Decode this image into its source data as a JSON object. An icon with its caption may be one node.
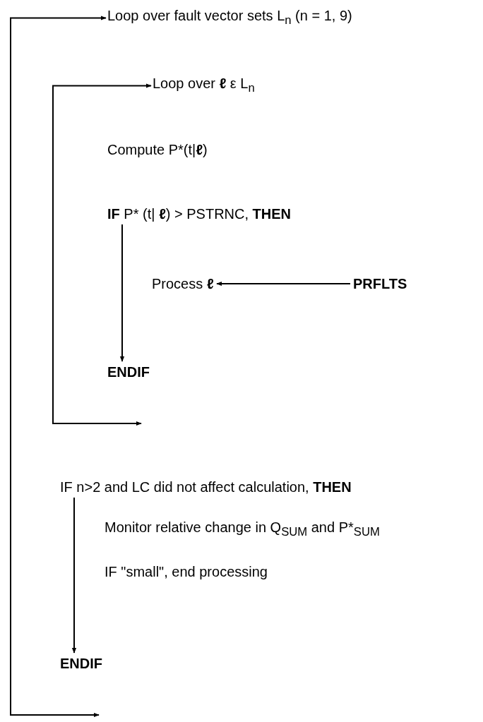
{
  "diagram": {
    "nodes": [
      {
        "text": [
          "Loop over fault vector sets L$_{n}$ (n = 1, 9)"
        ]
      },
      {
        "text": [
          "Loop over **ℓ** ε L$_{n}$"
        ]
      },
      {
        "text": [
          "Compute P*(t|**ℓ**)"
        ]
      },
      {
        "text": [
          "**IF** P* (t| **ℓ**) > PSTRNC, **THEN**"
        ]
      },
      {
        "text": [
          "Process **ℓ**"
        ]
      },
      {
        "text": [
          "PRFLTS"
        ]
      },
      {
        "text": [
          "ENDIF"
        ]
      },
      {
        "text": [
          "IF n>2 and LC did not affect calculation, **THEN**"
        ]
      },
      {
        "text": [
          "Monitor relative change in Q$_{SUM}$ and P*$_{SUM}$"
        ]
      },
      {
        "text": [
          "IF \"small\", end processing"
        ]
      },
      {
        "text": [
          "ENDIF"
        ]
      }
    ],
    "edges": [
      {
        "from": null,
        "to": 0,
        "arrow": "both"
      },
      {
        "from": null,
        "to": 1,
        "arrow": "both"
      },
      {
        "from": 3,
        "to": 6,
        "arrow": "to"
      },
      {
        "from": 5,
        "to": 4,
        "arrow": "to"
      },
      {
        "from": 7,
        "to": 10,
        "arrow": "to"
      }
    ]
  }
}
